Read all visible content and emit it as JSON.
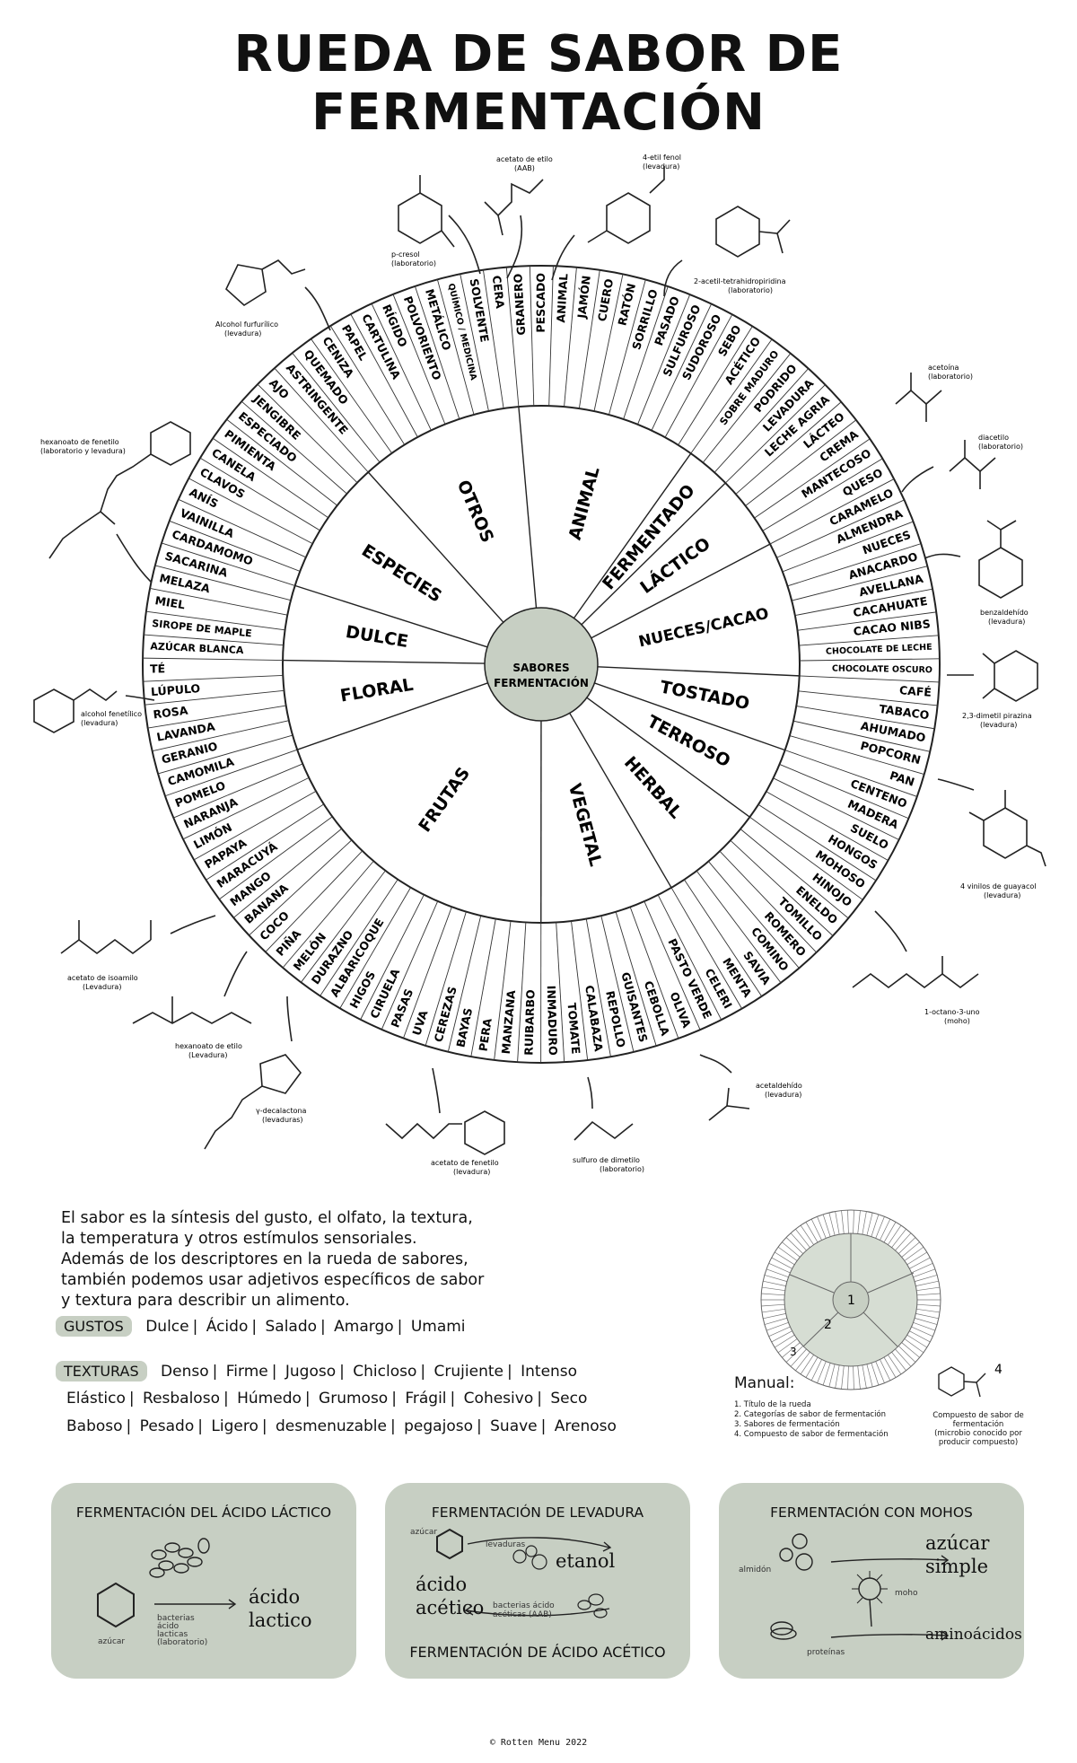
{
  "title": "RUEDA DE SABOR DE FERMENTACIÓN",
  "center_label": [
    "SABORES",
    "FERMENTACIÓN"
  ],
  "categories": [
    {
      "name": "ANIMAL",
      "terms": [
        "GRANERO",
        "PESCADO",
        "ANIMAL",
        "JAMÓN",
        "CUERO",
        "RATÓN",
        "SORRILLO",
        "PASADO",
        "SULFUROSO",
        "SUDOROSO",
        "SEBO",
        "ACÉTICO"
      ]
    },
    {
      "name": "FERMENTADO",
      "terms": [
        "SOBRE MADURO",
        "PODRIDO",
        "LEVADURA"
      ]
    },
    {
      "name": "LÁCTICO",
      "terms": [
        "LECHE AGRIA",
        "LÁCTEO",
        "CREMA",
        "MANTECOSO",
        "QUESO"
      ]
    },
    {
      "name": "NUECES/CACAO",
      "terms": [
        "CARAMELO",
        "ALMENDRA",
        "NUECES",
        "ANACARDO",
        "AVELLANA",
        "CACAHUATE",
        "CACAO NIBS",
        "CHOCOLATE DE LECHE",
        "CHOCOLATE OSCURO"
      ]
    },
    {
      "name": "TOSTADO",
      "terms": [
        "CAFÉ",
        "TABACO",
        "AHUMADO",
        "POPCORN",
        "PAN"
      ]
    },
    {
      "name": "TERROSO",
      "terms": [
        "CENTENO",
        "MADERA",
        "SUELO",
        "HONGOS",
        "MOHOSO"
      ]
    },
    {
      "name": "HERBAL",
      "terms": [
        "HINOJO",
        "ENELDO",
        "TOMILLO",
        "ROMERO",
        "COMINO",
        "SAVIA",
        "MENTA"
      ]
    },
    {
      "name": "VEGETAL",
      "terms": [
        "CELERI",
        "PASTO VERDE",
        "OLIVA",
        "CEBOLLA",
        "GUISANTES",
        "REPOLLO",
        "CALABAZA",
        "TOMATE",
        "INMADURO"
      ]
    },
    {
      "name": "FRUTAS",
      "terms": [
        "RUIBARBO",
        "MANZANA",
        "PERA",
        "BAYAS",
        "CEREZAS",
        "UVA",
        "PASAS",
        "CIRUELA",
        "HIGOS",
        "ALBARICOQUE",
        "DURAZNO",
        "MELÓN",
        "PIÑA",
        "COCO",
        "BANANA",
        "MANGO",
        "MARACUYÁ",
        "PAPAYA",
        "LIMÓN",
        "NARANJA",
        "POMELO"
      ]
    },
    {
      "name": "FLORAL",
      "terms": [
        "CAMOMILA",
        "GERANIO",
        "LAVANDA",
        "ROSA",
        "LÚPULO",
        "TÉ"
      ]
    },
    {
      "name": "DULCE",
      "terms": [
        "AZÚCAR BLANCA",
        "SIROPE DE MAPLE",
        "MIEL",
        "MELAZA",
        "SACARINA"
      ]
    },
    {
      "name": "ESPECIES",
      "terms": [
        "CARDAMOMO",
        "VAINILLA",
        "ANÍS",
        "CLAVOS",
        "CANELA",
        "PIMIENTA",
        "ESPECIADO",
        "JENGIBRE",
        "AJO"
      ]
    },
    {
      "name": "OTROS",
      "terms": [
        "ASTRINGENTE",
        "QUEMADO",
        "CENIZA",
        "PAPEL",
        "CARTULINA",
        "RÍGIDO",
        "POLVORIENTO",
        "METÁLICO",
        "QUÍMICO / MEDICINA",
        "SOLVENTE",
        "CERA"
      ]
    }
  ],
  "compounds": [
    {
      "name": "acetato de etilo",
      "source": "(AAB)"
    },
    {
      "name": "4-etil fenol",
      "source": "(levadura)"
    },
    {
      "name": "p-cresol",
      "source": "(laboratorio)"
    },
    {
      "name": "2-acetil-tetrahidropiridina",
      "source": "(laboratorio)"
    },
    {
      "name": "Alcohol furfurílico",
      "source": "(levadura)"
    },
    {
      "name": "acetoína",
      "source": "(laboratorio)"
    },
    {
      "name": "diacetilo",
      "source": "(laboratorio)"
    },
    {
      "name": "hexanoato de fenetilo",
      "source": "(laboratorio y levadura)"
    },
    {
      "name": "benzaldehído",
      "source": "(levadura)"
    },
    {
      "name": "alcohol fenetílico",
      "source": "(levadura)"
    },
    {
      "name": "2,3-dimetil pirazina",
      "source": "(levadura)"
    },
    {
      "name": "4 vinilos de guayacol",
      "source": "(levadura)"
    },
    {
      "name": "1-octano-3-uno",
      "source": "(moho)"
    },
    {
      "name": "acetato de isoamilo",
      "source": "(Levadura)"
    },
    {
      "name": "hexanoato de etilo",
      "source": "(Levadura)"
    },
    {
      "name": "γ-decalactona",
      "source": "(levaduras)"
    },
    {
      "name": "acetato de fenetilo",
      "source": "(levadura)"
    },
    {
      "name": "sulfuro de dimetilo",
      "source": "(laboratorio)"
    },
    {
      "name": "acetaldehído",
      "source": "(levadura)"
    }
  ],
  "intro_lines": [
    "El sabor es la síntesis del gusto, el olfato, la textura,",
    "la temperatura y otros estímulos sensoriales.",
    "Además de los descriptores en la rueda de sabores,",
    "también podemos usar adjetivos específicos de sabor",
    "y textura para describir un alimento."
  ],
  "gustos": {
    "label": "GUSTOS",
    "items": [
      "Dulce",
      "Ácido",
      "Salado",
      "Amargo",
      "Umami"
    ]
  },
  "texturas": {
    "label": "TEXTURAS",
    "rows": [
      [
        "Denso",
        "Firme",
        "Jugoso",
        "Chicloso",
        "Crujiente",
        "Intenso"
      ],
      [
        "Elástico",
        "Resbaloso",
        "Húmedo",
        "Grumoso",
        "Frágil",
        "Cohesivo",
        "Seco"
      ],
      [
        "Baboso",
        "Pesado",
        "Ligero",
        "desmenuzable",
        "pegajoso",
        "Suave",
        "Arenoso"
      ]
    ]
  },
  "manual": {
    "title": "Manual:",
    "numbers": [
      "1",
      "2",
      "3",
      "4"
    ],
    "items": [
      "1. Título de la rueda",
      "2. Categorías de sabor de fermentación",
      "3. Sabores de fermentación",
      "4. Compuesto de sabor de fermentación"
    ],
    "note": [
      "Compuesto de sabor de fermentación",
      "(microbio conocido por",
      "producir compuesto)"
    ]
  },
  "cards": [
    {
      "title": "FERMENTACIÓN DEL ÁCIDO LÁCTICO",
      "bottom": "",
      "labels": {
        "sugar": "azúcar",
        "bacteria": [
          "bacterias",
          "ácido",
          "lacticas",
          "(laboratorio)"
        ],
        "product": [
          "ácido",
          "lactico"
        ]
      }
    },
    {
      "title": "FERMENTACIÓN DE LEVADURA",
      "bottom": "FERMENTACIÓN DE ÁCIDO ACÉTICO",
      "labels": {
        "sugar": "azúcar",
        "yeast": "levaduras",
        "product": "etanol",
        "acid": [
          "ácido",
          "acético"
        ],
        "bacteria": [
          "bacterias ácido",
          "acéticas (AAB)"
        ]
      }
    },
    {
      "title": "FERMENTACIÓN CON MOHOS",
      "bottom": "",
      "labels": {
        "starch": "almidón",
        "mold": "moho",
        "sugar": [
          "azúcar",
          "simple"
        ],
        "proteins": "proteínas",
        "amino": "aminoácidos"
      }
    }
  ],
  "footer": "© Rotten Menu 2022",
  "colors": {
    "sage": "#c7cfc3",
    "ink": "#111111"
  }
}
